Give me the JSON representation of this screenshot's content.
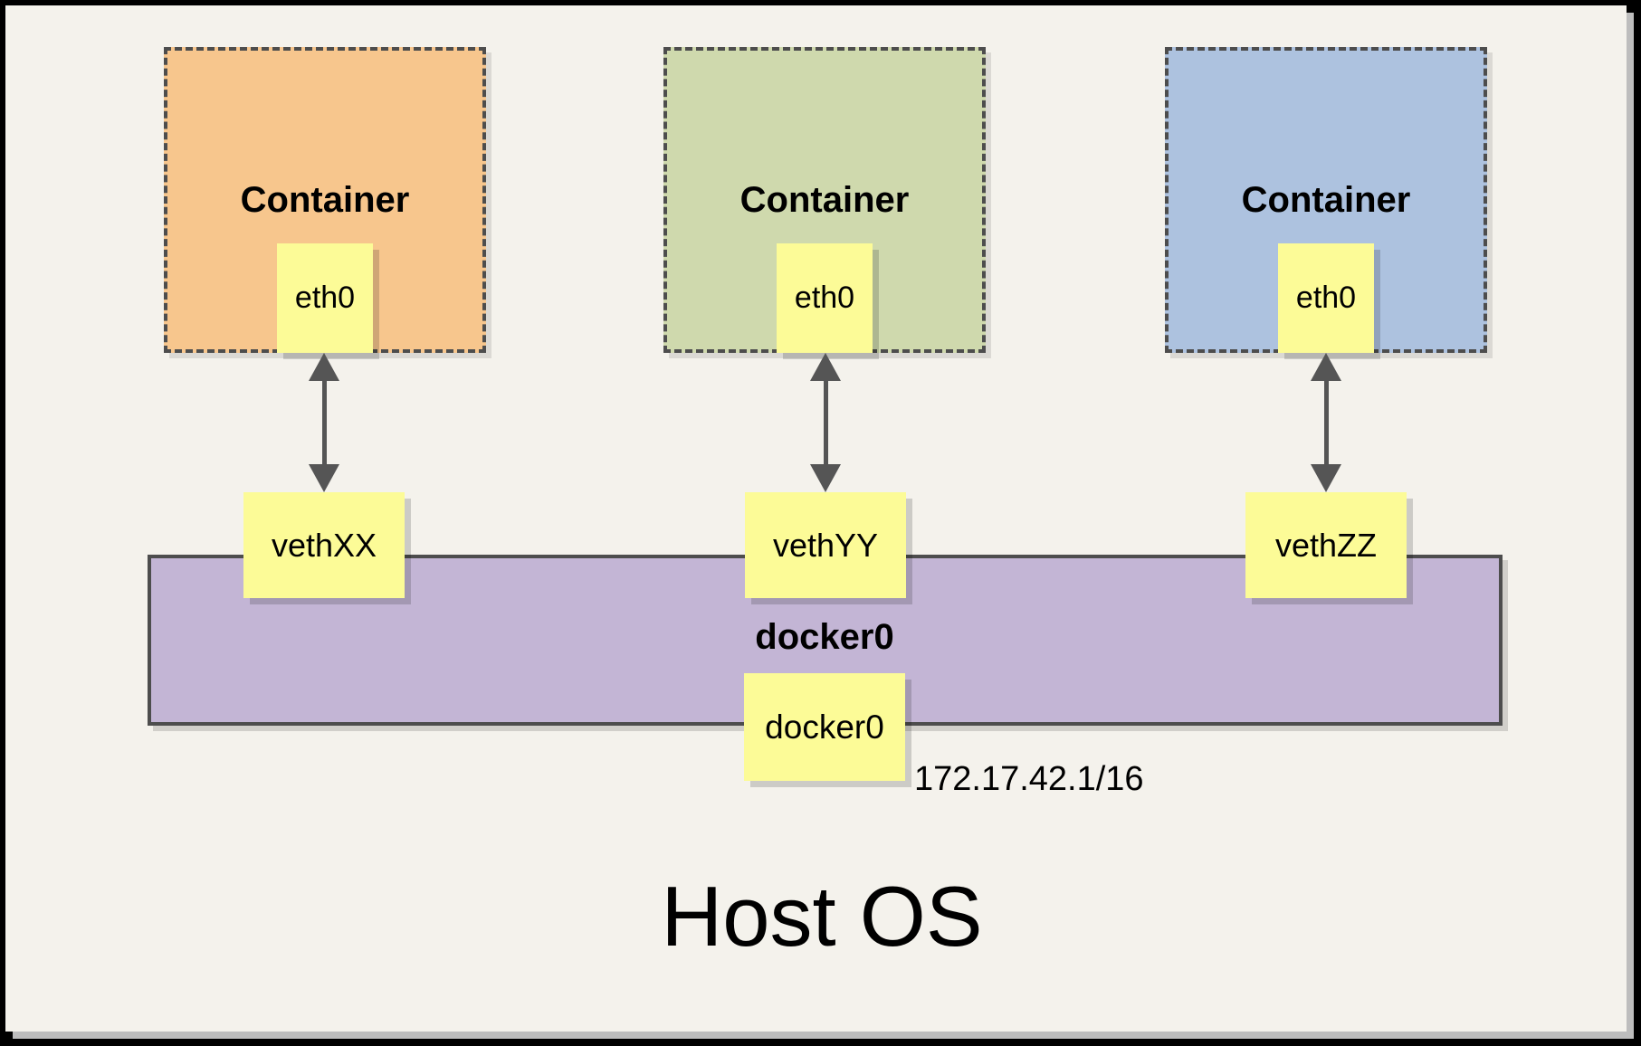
{
  "host": {
    "label": "Host OS"
  },
  "bridge": {
    "label": "docker0",
    "interface_label": "docker0",
    "ip": "172.17.42.1/16",
    "fill": "#c3b5d5"
  },
  "containers": [
    {
      "label": "Container",
      "interface": "eth0",
      "veth": "vethXX",
      "fill": "#f7c68d"
    },
    {
      "label": "Container",
      "interface": "eth0",
      "veth": "vethYY",
      "fill": "#cfd9ad"
    },
    {
      "label": "Container",
      "interface": "eth0",
      "veth": "vethZZ",
      "fill": "#adc2df"
    }
  ],
  "styles": {
    "note_fill": "#fcfb97",
    "canvas_fill": "#f4f2ec",
    "frame_color": "#000000",
    "dash_border_color": "#4d4d4d",
    "arrow_color": "#555555",
    "text_color": "#000000"
  }
}
